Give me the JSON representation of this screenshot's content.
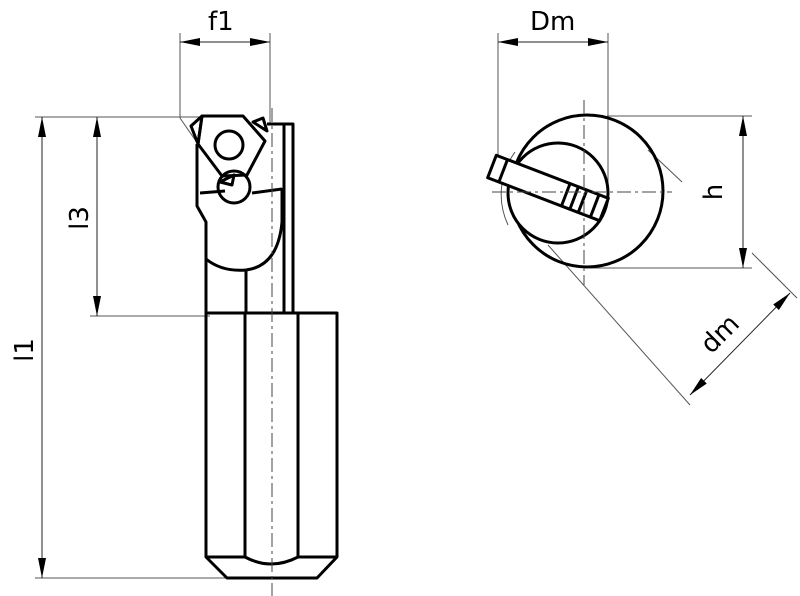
{
  "drawing": {
    "side_view": {
      "dimensions": {
        "f1": "f1",
        "l3": "l3",
        "l1": "l1"
      }
    },
    "end_view": {
      "dimensions": {
        "Dm": "Dm",
        "h": "h",
        "dm": "dm"
      }
    },
    "colors": {
      "line": "#000000",
      "background": "#ffffff"
    }
  }
}
